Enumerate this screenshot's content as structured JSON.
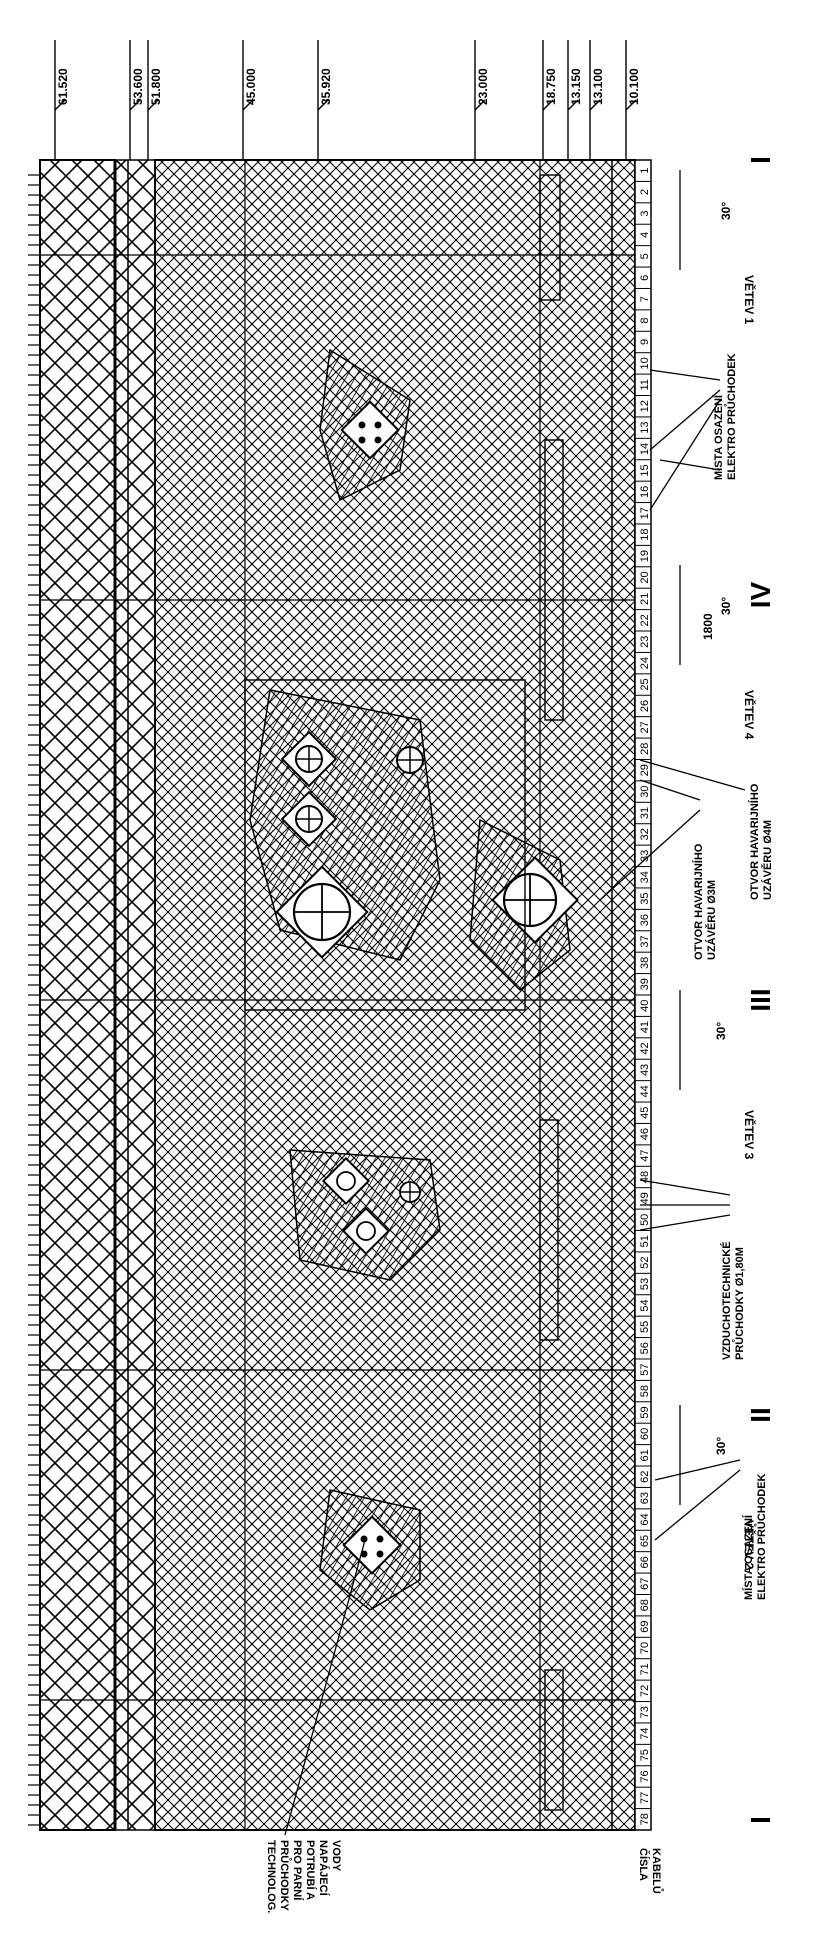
{
  "elevations": [
    "61.520",
    "53.600",
    "51.800",
    "45.000",
    "35.920",
    "23.000",
    "18.750",
    "13.150",
    "13.100",
    "10.100"
  ],
  "sections": [
    "I",
    "II",
    "III",
    "IV",
    "I"
  ],
  "veteve": [
    "VĚTEV 1",
    "VĚTEV 2",
    "VĚTEV 3",
    "VĚTEV 4"
  ],
  "angle_label": "30°",
  "dim_1800": "1800",
  "labels": {
    "technolog": [
      "TECHNOLOG.",
      "PRŮCHODKY",
      "PRO PARNÍ",
      "POTRUBÍ A",
      "NAPÁJECÍ",
      "VODY"
    ],
    "cisla": [
      "ČÍSLA",
      "KABELŮ"
    ],
    "mista_1": [
      "MÍSTA OSAZENÍ",
      "ELEKTRO PRŮCHODEK"
    ],
    "mista_2": [
      "MÍSTA OSAZENÍ",
      "ELEKTRO PRŮCHODEK"
    ],
    "vzducho": [
      "VZDUCHOTECHNICKÉ",
      "PRŮCHODKY Ø1,80M"
    ],
    "otvor3": [
      "OTVOR HAVARIJNÍHO",
      "UZÁVĚRU Ø3M"
    ],
    "otvor4": [
      "OTVOR HAVARIJNÍHO",
      "UZÁVĚRU Ø4M"
    ]
  },
  "cable_count": 78
}
